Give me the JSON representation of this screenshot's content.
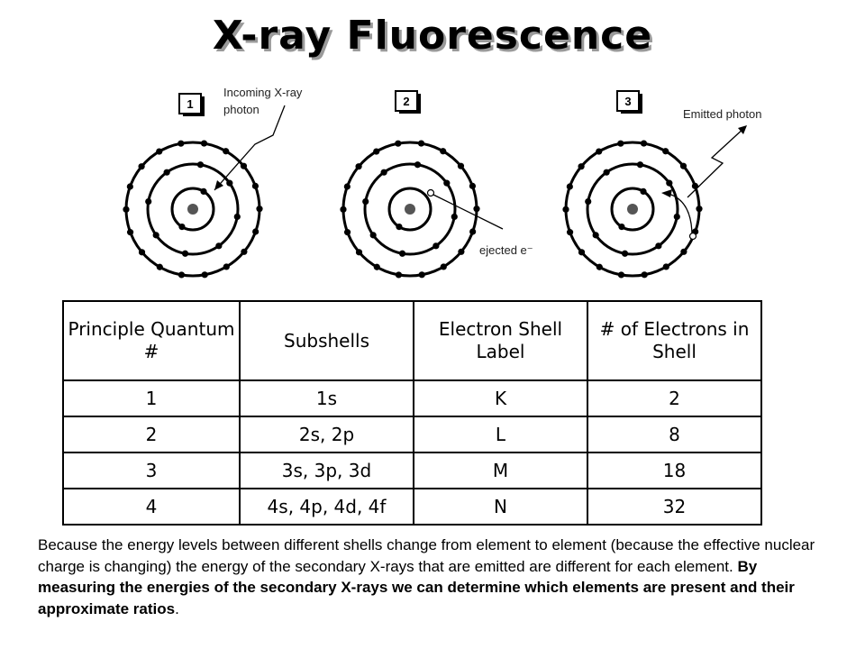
{
  "title": "X-ray Fluorescence",
  "steps": [
    {
      "number": "1",
      "label_line1": "Incoming X-ray",
      "label_line2": "photon"
    },
    {
      "number": "2",
      "label": "ejected e⁻"
    },
    {
      "number": "3",
      "label": "Emitted photon"
    }
  ],
  "table": {
    "headers": [
      "Principle Quantum #",
      "Subshells",
      "Electron Shell Label",
      "# of Electrons in Shell"
    ],
    "rows": [
      [
        "1",
        "1s",
        "K",
        "2"
      ],
      [
        "2",
        "2s, 2p",
        "L",
        "8"
      ],
      [
        "3",
        "3s, 3p, 3d",
        "M",
        "18"
      ],
      [
        "4",
        "4s, 4p, 4d, 4f",
        "N",
        "32"
      ]
    ]
  },
  "note": {
    "plain": "Because the energy levels between different shells change from element to element (because the effective nuclear charge is changing) the energy of the secondary X-rays that are emitted are different for each element. ",
    "bold": "By measuring the energies of the secondary X-rays we can determine which elements are present and their approximate ratios",
    "end": "."
  }
}
